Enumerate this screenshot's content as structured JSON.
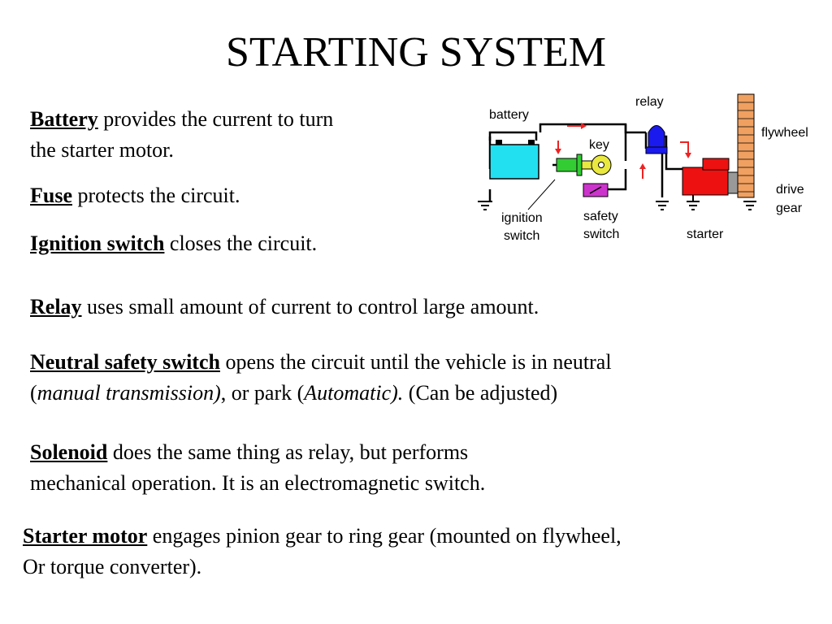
{
  "title": "STARTING SYSTEM",
  "items": [
    {
      "term": "Battery",
      "rest": " provides the current to turn",
      "line2": "the starter motor."
    },
    {
      "term": "Fuse",
      "rest": " protects the circuit."
    },
    {
      "term": "Ignition switch",
      "rest": " closes the circuit."
    },
    {
      "term": "Relay",
      "rest": " uses small amount of current to control large amount."
    },
    {
      "term": "Neutral safety switch",
      "rest": " opens the circuit until the vehicle is in neutral",
      "l2a": "(",
      "l2b": "manual transmission)",
      "l2c": ", or park (",
      "l2d": "Automatic).",
      "l2e": " (Can be adjusted)"
    },
    {
      "term": "Solenoid",
      "rest": " does the same thing as relay, but performs",
      "line2": "mechanical operation. It is an electromagnetic switch."
    },
    {
      "term": "Starter motor",
      "rest": " engages pinion gear to ring gear (mounted on flywheel,",
      "line2": "Or torque converter)."
    }
  ],
  "diagram": {
    "labels": {
      "battery": "battery",
      "relay": "relay",
      "flywheel": "flywheel",
      "key": "key",
      "drive_gear_1": "drive",
      "drive_gear_2": "gear",
      "ignition_1": "ignition",
      "ignition_2": "switch",
      "safety_1": "safety",
      "safety_2": "switch",
      "starter": "starter"
    },
    "colors": {
      "battery": "#22e0f0",
      "ignition_switch": "#33cc33",
      "key": "#e8e840",
      "safety_switch": "#cc33cc",
      "relay": "#1a1aee",
      "starter": "#ee1111",
      "flywheel": "#f0a060",
      "arrow": "#ee2222"
    }
  }
}
